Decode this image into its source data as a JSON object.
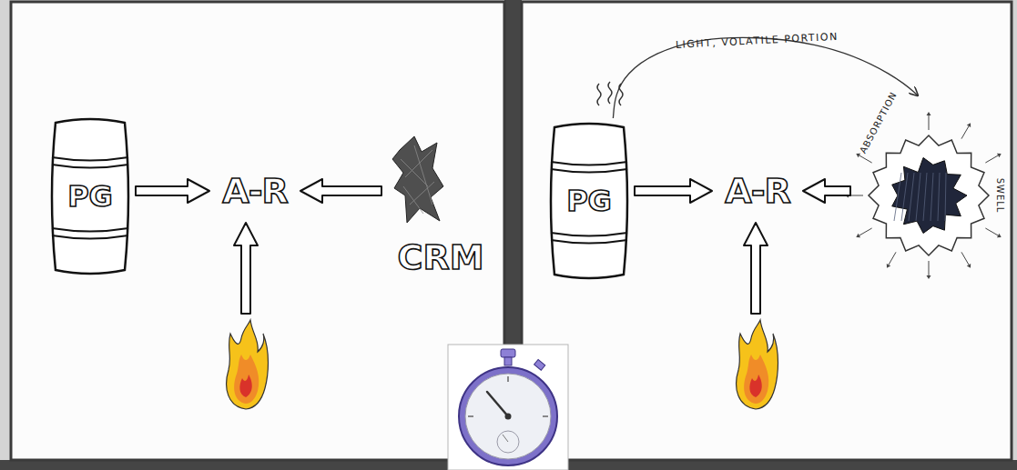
{
  "diagram": {
    "nodes": [
      {
        "text": [
          "PG"
        ]
      },
      {
        "text": [
          "A-R"
        ]
      },
      {
        "text": [
          "CRM"
        ]
      },
      {
        "text": [
          "PG"
        ]
      },
      {
        "text": [
          "A-R"
        ]
      },
      {
        "text": [
          "ABSORPTION",
          "SWELL"
        ]
      }
    ],
    "edges": [
      {
        "from": 0,
        "to": 1,
        "arrow": "to"
      },
      {
        "from": 2,
        "to": 1,
        "arrow": "to"
      },
      {
        "from": 3,
        "to": 4,
        "arrow": "to"
      },
      {
        "from": 5,
        "to": 4,
        "arrow": "to"
      },
      {
        "from": 3,
        "to": 5,
        "arrow": "to",
        "label": "LIGHT, VOLATILE PORTION"
      }
    ]
  }
}
